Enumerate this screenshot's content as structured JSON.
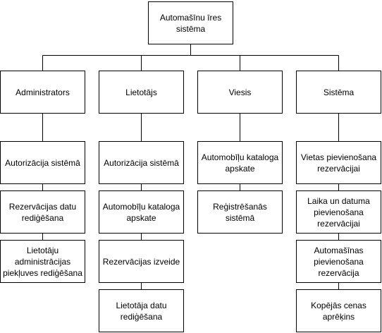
{
  "root": {
    "label": "Automašīnu īres sistēma"
  },
  "columns": [
    {
      "header": "Administrators",
      "items": [
        "Autorizācija sistēmā",
        "Rezervācijas datu rediģēšana",
        "Lietotāju administrācijas piekļuves rediģēšana"
      ]
    },
    {
      "header": "Lietotājs",
      "items": [
        "Autorizācija sistēmā",
        "Automobīļu kataloga apskate",
        "Rezervācijas izveide",
        "Lietotāja datu rediģēšana"
      ]
    },
    {
      "header": "Viesis",
      "items": [
        "Automobīļu kataloga apskate",
        "Reģistrēšanās sistēmā"
      ]
    },
    {
      "header": "Sistēma",
      "items": [
        "Vietas pievienošana rezervācijai",
        "Laika un datuma pievienošana rezervācijai",
        "Automašīnas pievienošana rezervācija",
        "Kopējās cenas aprēķins"
      ]
    }
  ],
  "colors": {
    "line": "#000000",
    "fill": "#ffffff"
  }
}
